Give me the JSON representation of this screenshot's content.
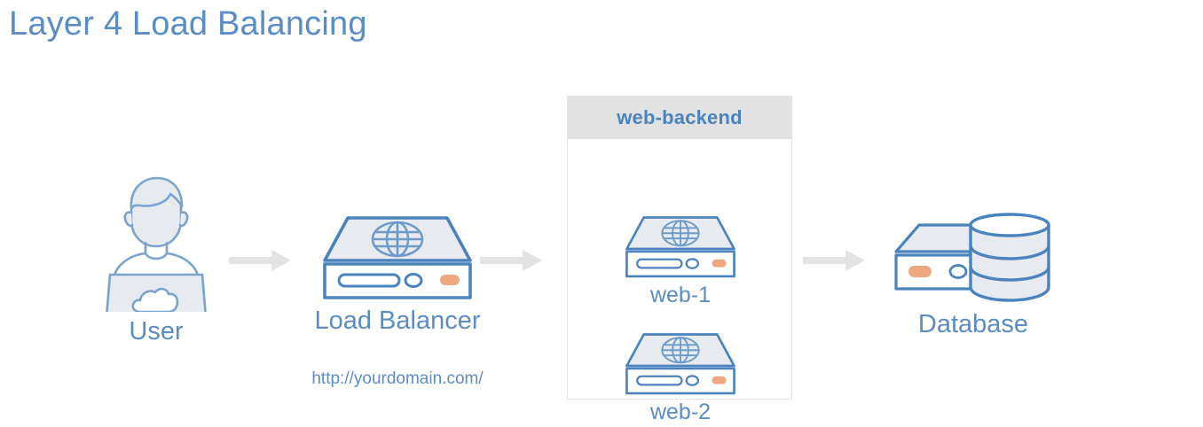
{
  "title": "Layer 4 Load Balancing",
  "colors": {
    "accent_blue": "#5b8cc4",
    "icon_stroke": "#4a83bd",
    "icon_fill": "#e7eaee",
    "icon_orange": "#eda87f",
    "group_header_bg": "#e2e2e2",
    "group_border": "#e3e3e3",
    "arrow_gray": "#e3e3e3",
    "background": "#ffffff"
  },
  "nodes": {
    "user": {
      "label": "User",
      "icon": "user-laptop-icon"
    },
    "load_balancer": {
      "label": "Load Balancer",
      "url": "http://yourdomain.com/",
      "icon": "server-icon"
    },
    "backend_group": {
      "header": "web-backend",
      "servers": [
        {
          "label": "web-1",
          "icon": "server-icon"
        },
        {
          "label": "web-2",
          "icon": "server-icon"
        }
      ]
    },
    "database": {
      "label": "Database",
      "icon": "database-server-icon"
    }
  },
  "arrows": [
    {
      "name": "user-to-load-balancer"
    },
    {
      "name": "load-balancer-to-backend"
    },
    {
      "name": "backend-to-database"
    }
  ]
}
